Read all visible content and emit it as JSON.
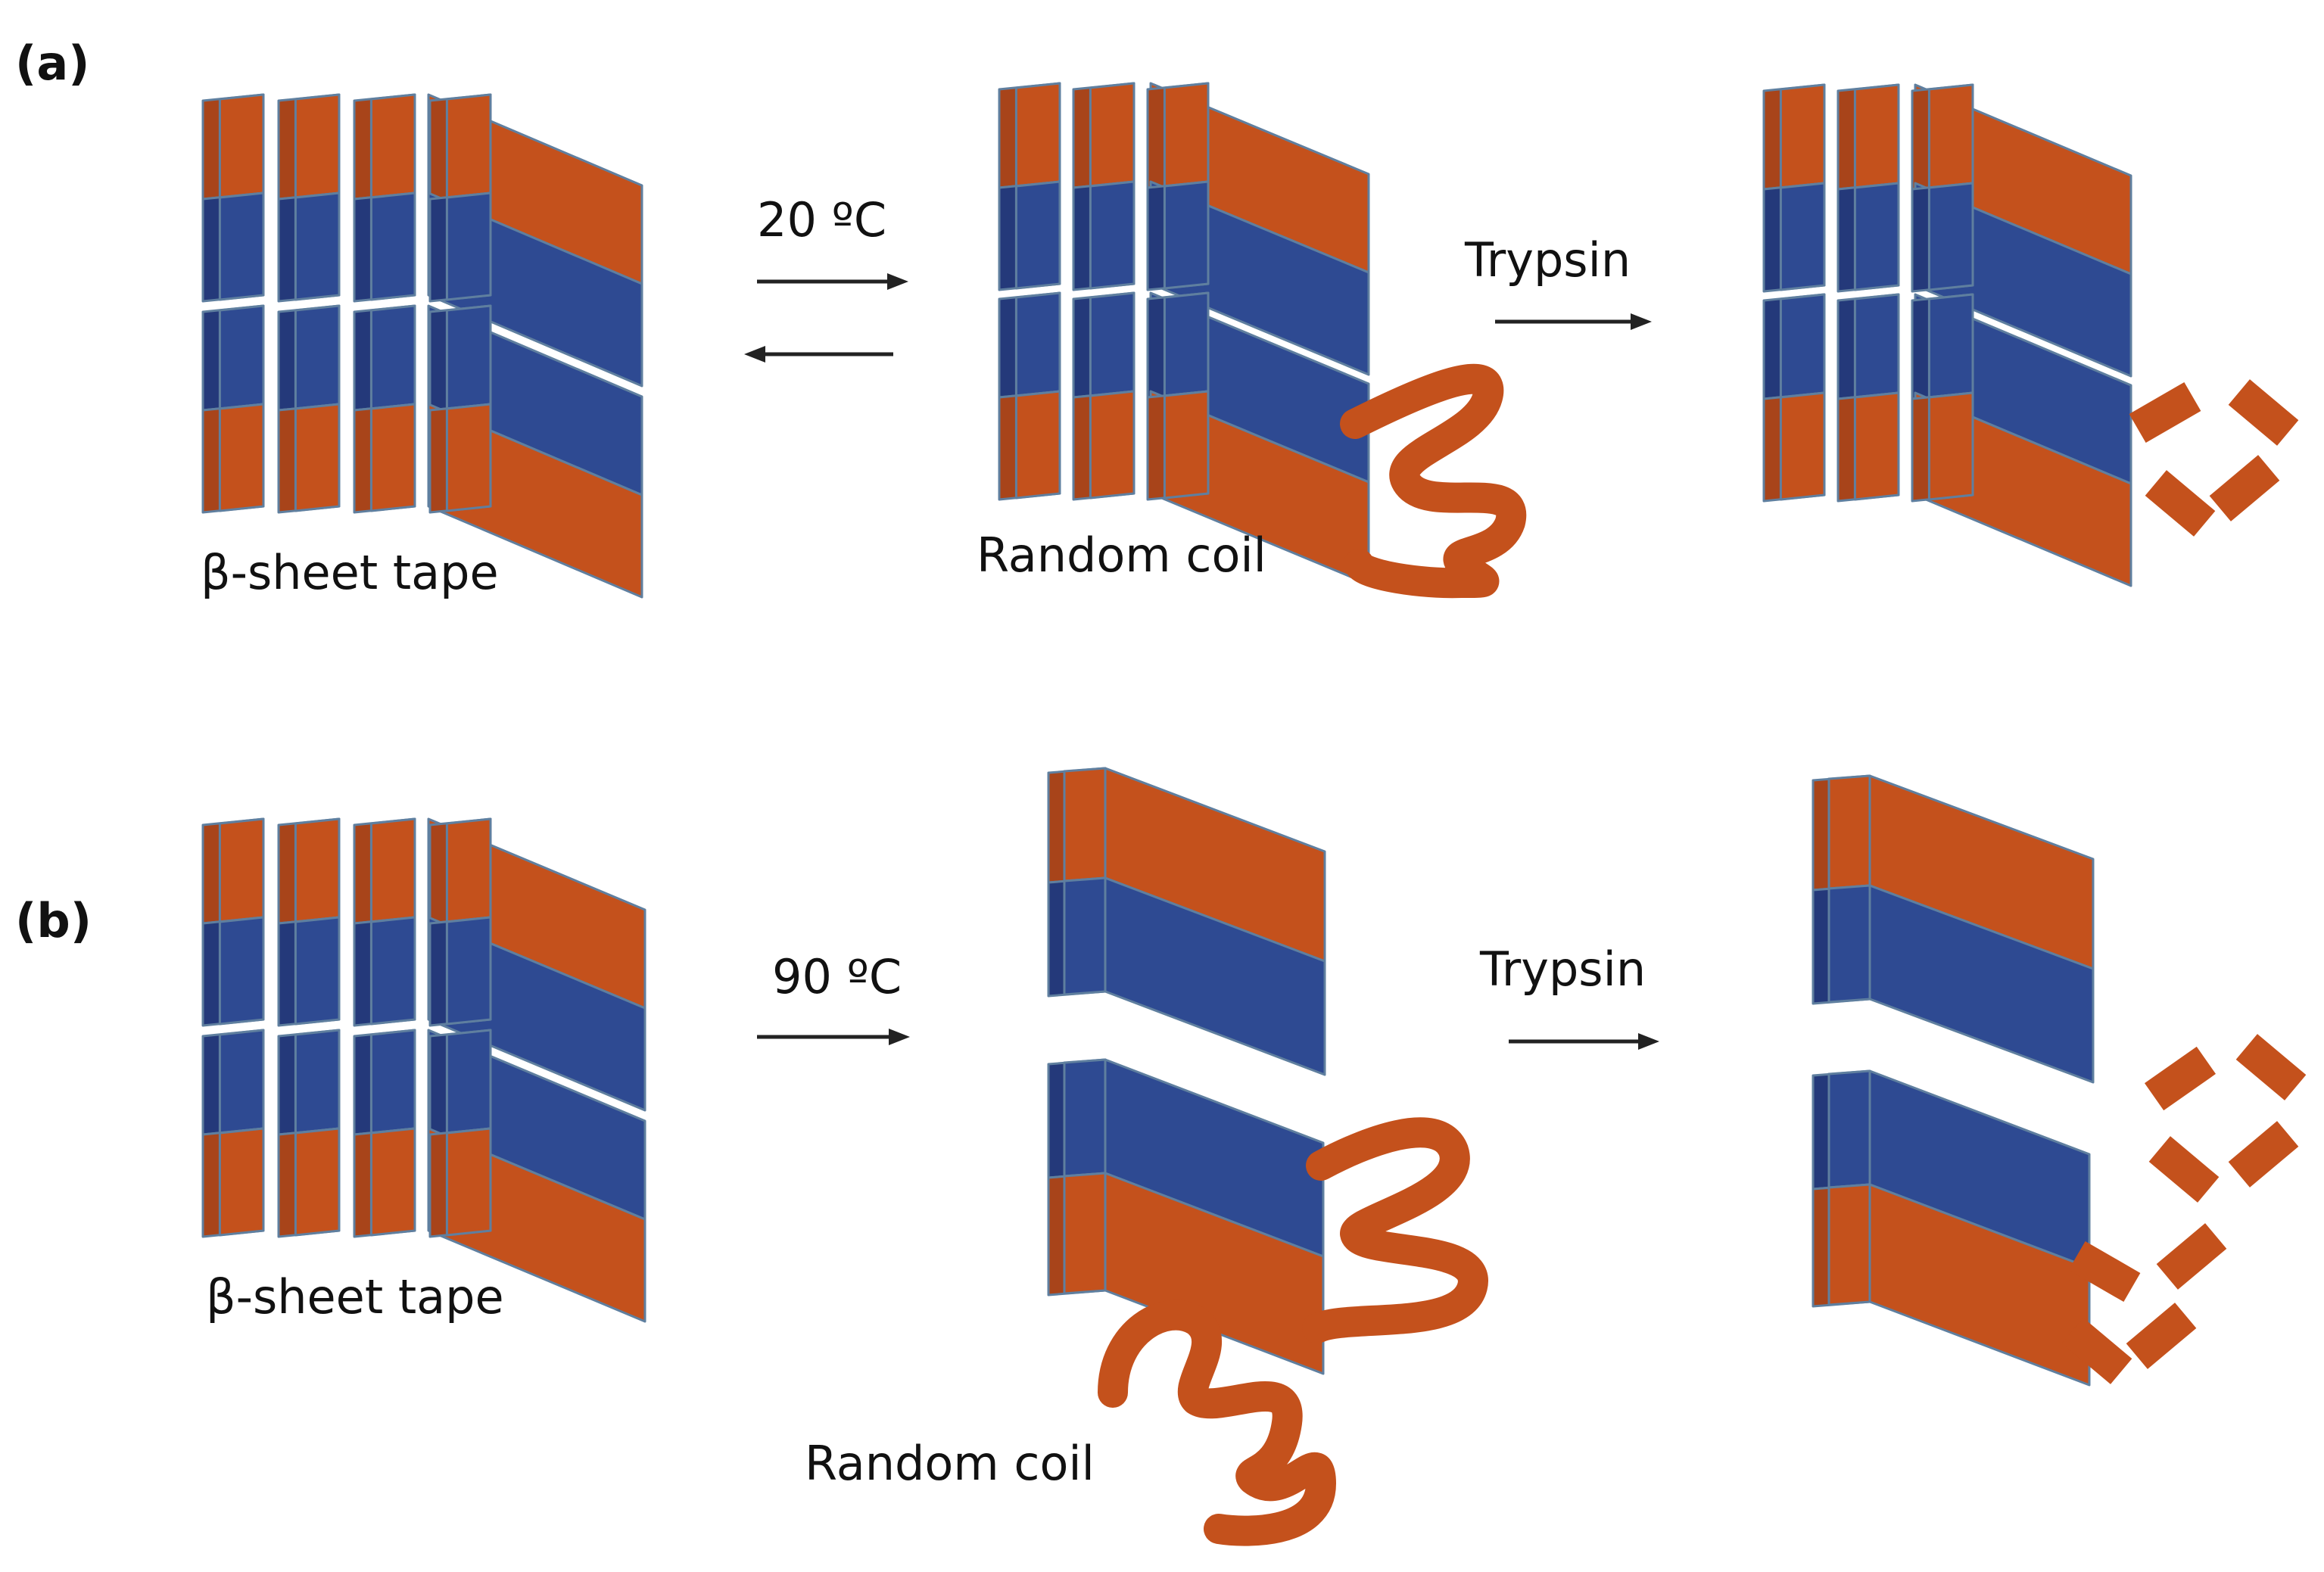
{
  "panels": [
    {
      "id": "a",
      "label": "(a)",
      "start_label": "β-sheet tape",
      "condition_label": "20 ºC",
      "reversible": true,
      "intermediate_label": "Random coil",
      "enzyme_label": "Trypsin"
    },
    {
      "id": "b",
      "label": "(b)",
      "start_label": "β-sheet tape",
      "condition_label": "90 ºC",
      "reversible": false,
      "intermediate_label": "Random coil",
      "enzyme_label": "Trypsin"
    }
  ],
  "colors": {
    "orange_front": "#c4511c",
    "orange_face": "#a8441a",
    "blue_front": "#2e4a92",
    "blue_face": "#24397a",
    "edge": "#5f7f9f",
    "arrow": "#222222",
    "coil": "#c4511c"
  }
}
